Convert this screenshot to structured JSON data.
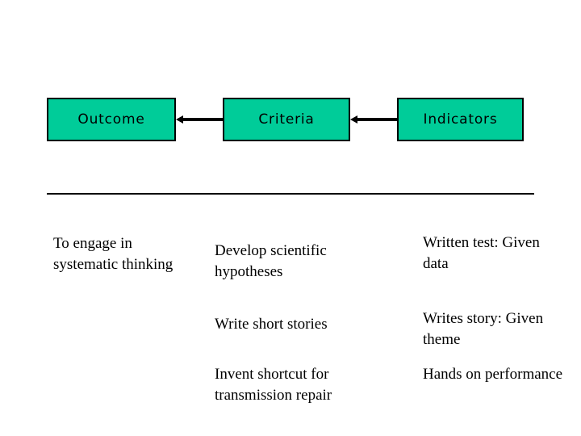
{
  "diagram": {
    "type": "flow-table",
    "colors": {
      "node_fill": "#00cc99",
      "node_border": "#000000",
      "text": "#000000",
      "background": "#ffffff"
    },
    "header_nodes": [
      {
        "id": "outcome",
        "label": "Outcome"
      },
      {
        "id": "criteria",
        "label": "Criteria"
      },
      {
        "id": "indicators",
        "label": "Indicators"
      }
    ],
    "connectors": [
      {
        "from": "criteria",
        "to": "outcome",
        "direction": "left",
        "style": "solid-arrow"
      },
      {
        "from": "indicators",
        "to": "criteria",
        "direction": "left",
        "style": "solid-arrow"
      }
    ],
    "columns": {
      "outcome": {
        "rows": [
          "To engage in systematic thinking"
        ]
      },
      "criteria": {
        "rows": [
          "Develop scientific hypotheses",
          "Write short stories",
          "Invent shortcut for transmission repair"
        ]
      },
      "indicators": {
        "rows": [
          "Written test: Given data",
          "Writes story: Given theme",
          "Hands on performance"
        ]
      }
    }
  }
}
